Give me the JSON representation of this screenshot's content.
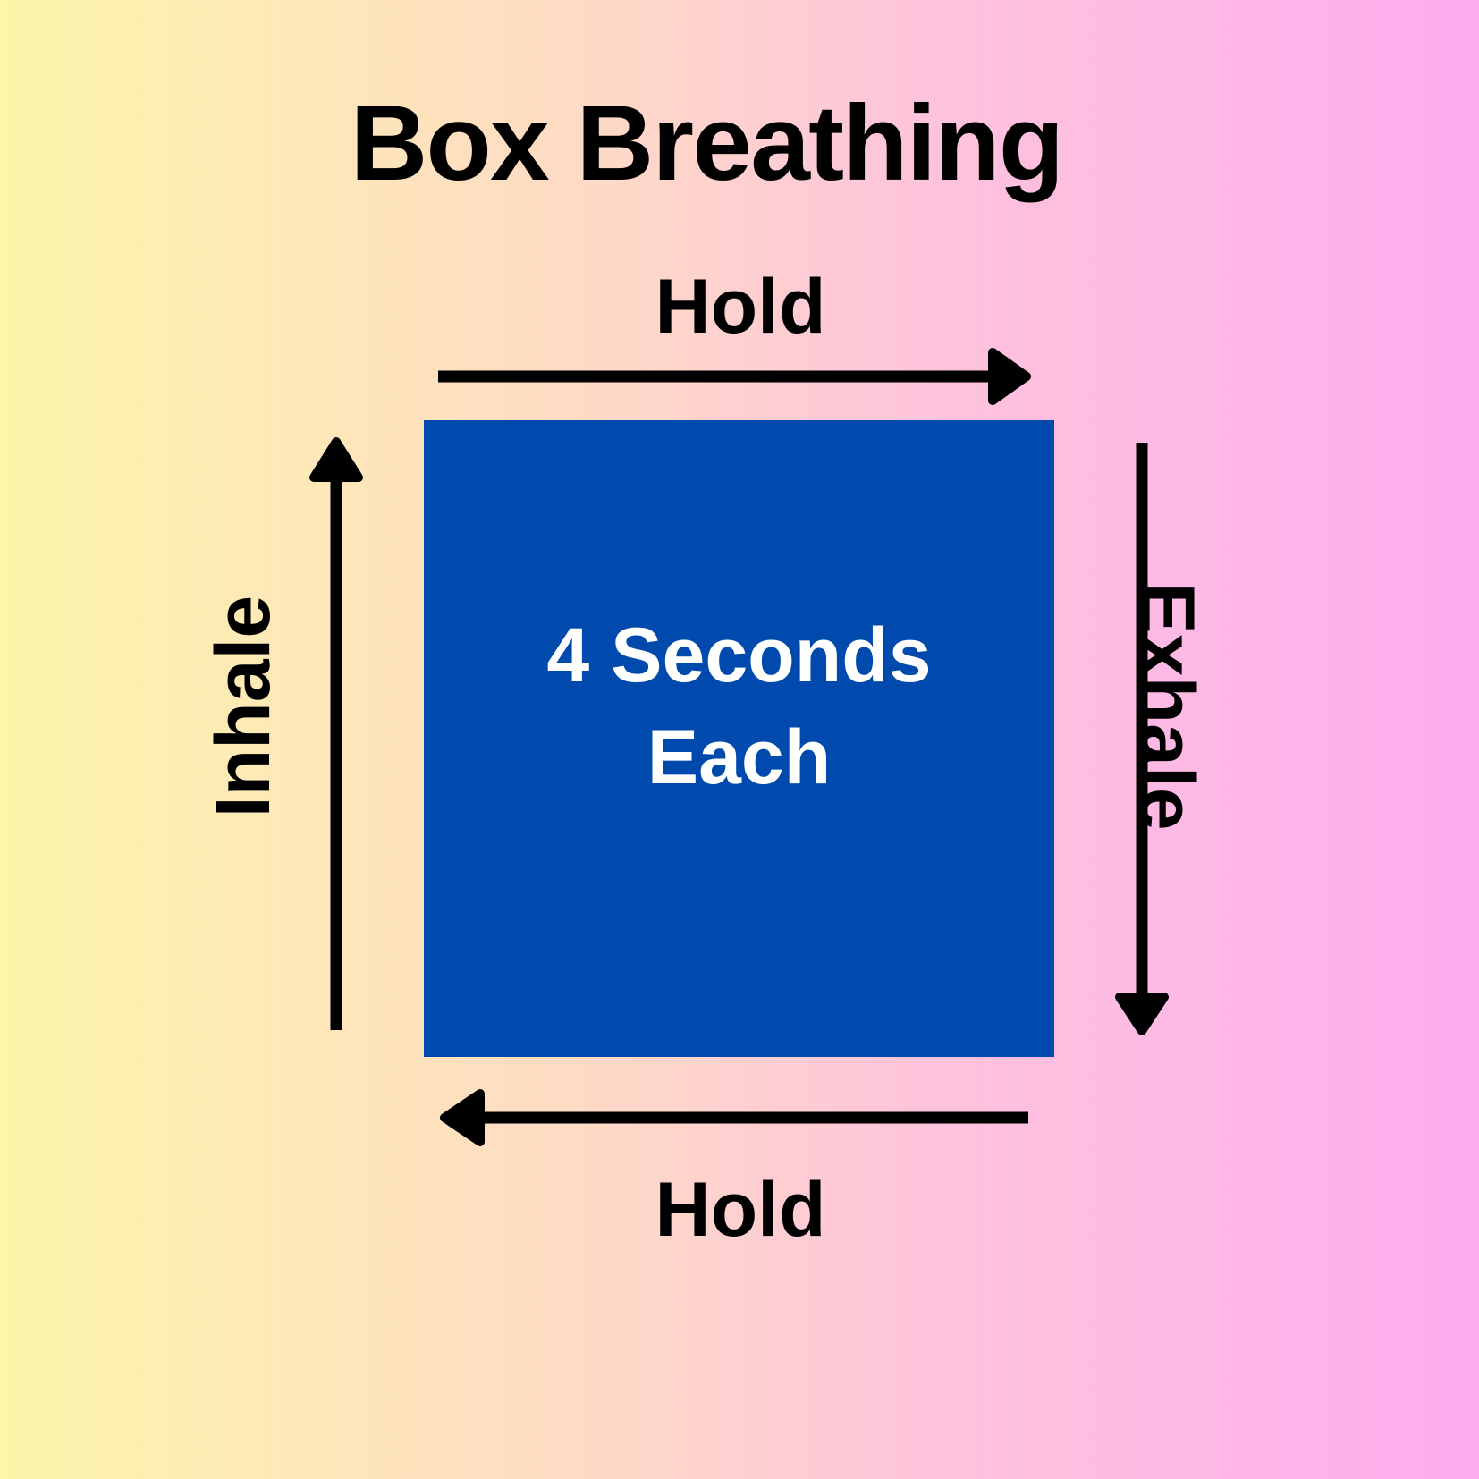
{
  "title": "Box Breathing",
  "box": {
    "label_line1": "4 Seconds",
    "label_line2": "Each",
    "fill_color": "#004AAD",
    "text_color": "#FFFFFF"
  },
  "sides": {
    "top": {
      "label": "Hold",
      "arrow_direction": "right"
    },
    "right": {
      "label": "Exhale",
      "arrow_direction": "down"
    },
    "bottom": {
      "label": "Hold",
      "arrow_direction": "left"
    },
    "left": {
      "label": "Inhale",
      "arrow_direction": "up"
    }
  },
  "colors": {
    "background_gradient_left": "#FDF5AA",
    "background_gradient_right": "#FEACEF",
    "arrow": "#000000",
    "label_text": "#000000"
  }
}
